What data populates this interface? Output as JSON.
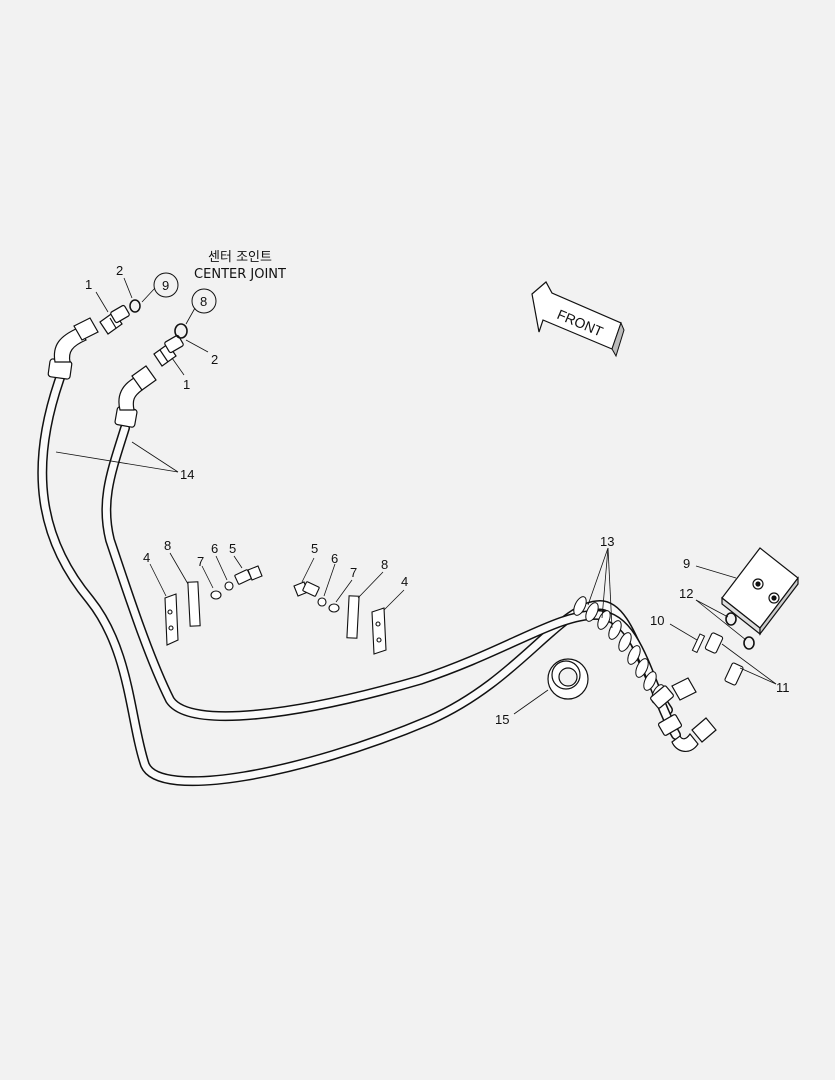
{
  "title": {
    "korean": "센터 조인트",
    "english": "CENTER JOINT"
  },
  "direction_label": "FRONT",
  "callouts": {
    "c1a": "1",
    "c2a": "2",
    "c9a": "9",
    "c8a": "8",
    "c2b": "2",
    "c1b": "1",
    "c14": "14",
    "c4a": "4",
    "c8b": "8",
    "c7a": "7",
    "c6a": "6",
    "c5a": "5",
    "c5b": "5",
    "c6b": "6",
    "c7b": "7",
    "c8c": "8",
    "c4b": "4",
    "c13": "13",
    "c9b": "9",
    "c12": "12",
    "c10": "10",
    "c11": "11",
    "c15": "15"
  }
}
